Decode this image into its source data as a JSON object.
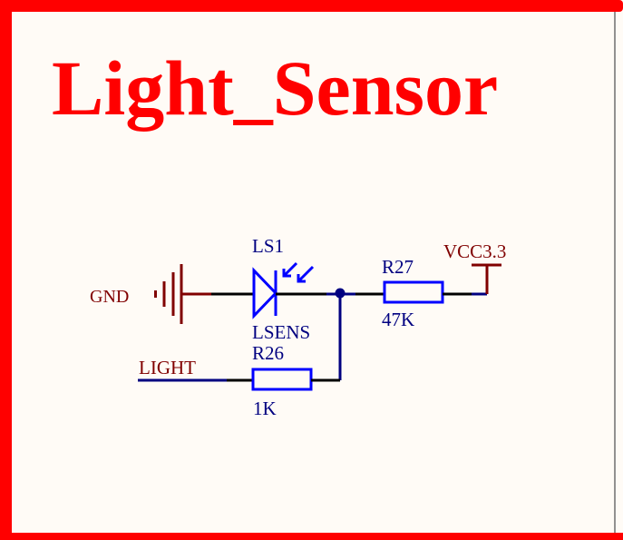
{
  "sheet": {
    "title": "Light_Sensor",
    "colors": {
      "border": "#ff0000",
      "background": "#fffbf6",
      "title": "#ff0000",
      "power_net": "#800000",
      "component": "#0000ff",
      "designator": "#000080",
      "wire": "#000080",
      "pin": "#000000",
      "right_edge": "#6e6e6e"
    }
  },
  "power_ports": {
    "gnd": {
      "label": "GND"
    },
    "vcc": {
      "label": "VCC3.3"
    }
  },
  "components": {
    "ls1": {
      "designator": "LS1",
      "value": "LSENS",
      "type": "photodiode"
    },
    "r27": {
      "designator": "R27",
      "value": "47K",
      "type": "resistor"
    },
    "r26": {
      "designator": "R26",
      "value": "1K",
      "type": "resistor"
    }
  },
  "net_labels": {
    "light": {
      "label": "LIGHT"
    }
  }
}
